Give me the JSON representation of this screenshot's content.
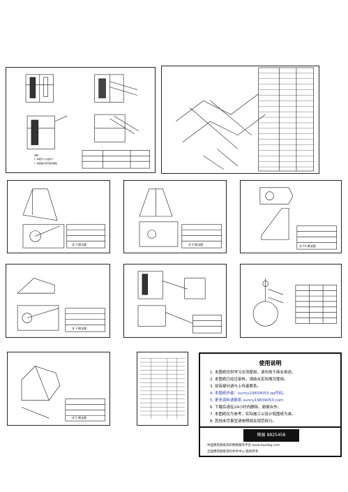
{
  "sheets": [
    {
      "id": "sheet-1"
    },
    {
      "id": "sheet-2"
    },
    {
      "id": "sheet-3"
    },
    {
      "id": "sheet-4"
    },
    {
      "id": "sheet-5"
    },
    {
      "id": "sheet-6"
    },
    {
      "id": "sheet-7"
    },
    {
      "id": "sheet-8"
    },
    {
      "id": "sheet-9"
    },
    {
      "id": "sheet-10"
    },
    {
      "id": "sheet-11"
    }
  ],
  "captions": {
    "s3": "详 3 做法图",
    "s4": "详 4 做法图",
    "s5": "详 10 做法图",
    "s6": "详 3 做法图",
    "s9": "详 5 做法图"
  },
  "notice": {
    "title": "使用说明",
    "lines": [
      "1. 本图纸仅供学习交流使用，请勿用于商业用途。",
      "2. 本图纸已经过审核，请结合实际情况使用。",
      "3. 如有疑问请与上传者联系。",
      "4. 本图纸作者：sunny19839053 qq号码。",
      "5. 更多资料请联系 sunny19839053.com",
      "6. 下载后请在24小时内删除，谢谢合作。",
      "7. 本图纸仅为参考，实际施工以设计院图纸为准。",
      "8. 其他未尽事宜请参照相关规范执行。"
    ],
    "stamp": "网易 8825458",
    "footer1": "中国建筑图纸资料网络服务平台 www.topdwg.com",
    "footer2": "全国建筑图纸资料共享中心 版权所有"
  },
  "colors": {
    "ink": "#111111",
    "paper": "#ffffff",
    "blue": "#2a3fb0"
  }
}
